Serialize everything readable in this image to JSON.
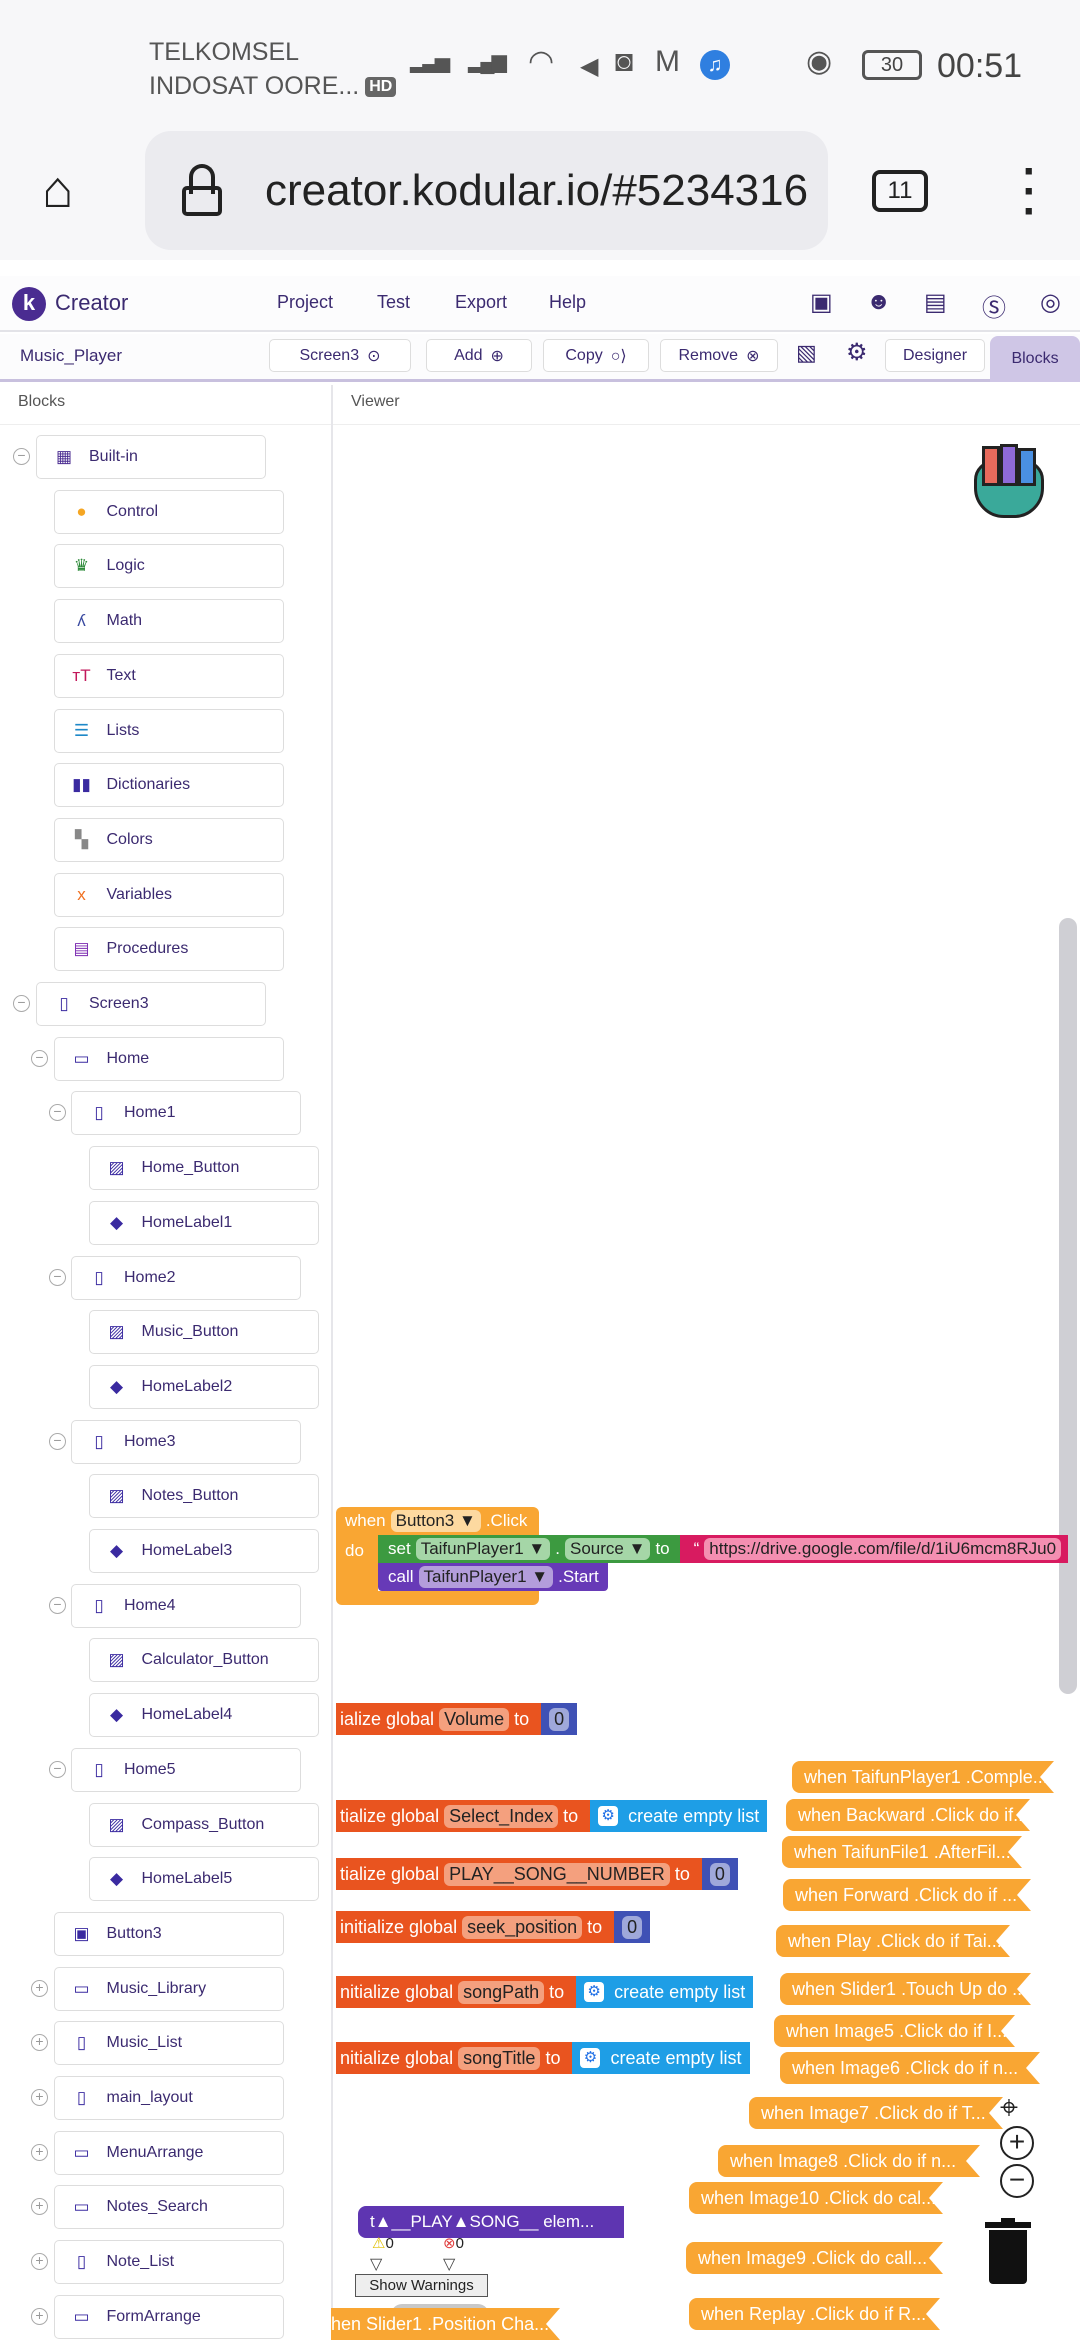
{
  "status": {
    "carrier1": "TELKOMSEL",
    "carrier2": "INDOSAT OORE...",
    "hd": "HD",
    "battery": "30",
    "time": "00:51"
  },
  "browser": {
    "url": "creator.kodular.io/#5234316",
    "tab_count": "11"
  },
  "header": {
    "brand": "Creator",
    "menu": [
      "Project",
      "Test",
      "Export",
      "Help"
    ]
  },
  "toolbar": {
    "project": "Music_Player",
    "screen": "Screen3",
    "add": "Add",
    "copy": "Copy",
    "remove": "Remove",
    "designer": "Designer",
    "blocks": "Blocks"
  },
  "panes": {
    "blocks": "Blocks",
    "viewer": "Viewer"
  },
  "tree": [
    {
      "label": "Built-in",
      "icon": "builtin",
      "level": 0,
      "exp": "-"
    },
    {
      "label": "Control",
      "icon": "control",
      "level": 1,
      "exp": ""
    },
    {
      "label": "Logic",
      "icon": "logic",
      "level": 1,
      "exp": ""
    },
    {
      "label": "Math",
      "icon": "math",
      "level": 1,
      "exp": ""
    },
    {
      "label": "Text",
      "icon": "text",
      "level": 1,
      "exp": ""
    },
    {
      "label": "Lists",
      "icon": "lists",
      "level": 1,
      "exp": ""
    },
    {
      "label": "Dictionaries",
      "icon": "dictionaries",
      "level": 1,
      "exp": ""
    },
    {
      "label": "Colors",
      "icon": "colors",
      "level": 1,
      "exp": ""
    },
    {
      "label": "Variables",
      "icon": "variables",
      "level": 1,
      "exp": ""
    },
    {
      "label": "Procedures",
      "icon": "procedures",
      "level": 1,
      "exp": ""
    },
    {
      "label": "Screen3",
      "icon": "screen",
      "level": 0,
      "exp": "-"
    },
    {
      "label": "Home",
      "icon": "harr",
      "level": 1,
      "exp": "-"
    },
    {
      "label": "Home1",
      "icon": "varr",
      "level": 2,
      "exp": "-"
    },
    {
      "label": "Home_Button",
      "icon": "image",
      "level": 3,
      "exp": ""
    },
    {
      "label": "HomeLabel1",
      "icon": "label",
      "level": 3,
      "exp": ""
    },
    {
      "label": "Home2",
      "icon": "varr",
      "level": 2,
      "exp": "-"
    },
    {
      "label": "Music_Button",
      "icon": "image",
      "level": 3,
      "exp": ""
    },
    {
      "label": "HomeLabel2",
      "icon": "label",
      "level": 3,
      "exp": ""
    },
    {
      "label": "Home3",
      "icon": "varr",
      "level": 2,
      "exp": "-"
    },
    {
      "label": "Notes_Button",
      "icon": "image",
      "level": 3,
      "exp": ""
    },
    {
      "label": "HomeLabel3",
      "icon": "label",
      "level": 3,
      "exp": ""
    },
    {
      "label": "Home4",
      "icon": "varr",
      "level": 2,
      "exp": "-"
    },
    {
      "label": "Calculator_Button",
      "icon": "image",
      "level": 3,
      "exp": ""
    },
    {
      "label": "HomeLabel4",
      "icon": "label",
      "level": 3,
      "exp": ""
    },
    {
      "label": "Home5",
      "icon": "varr",
      "level": 2,
      "exp": "-"
    },
    {
      "label": "Compass_Button",
      "icon": "image",
      "level": 3,
      "exp": ""
    },
    {
      "label": "HomeLabel5",
      "icon": "label",
      "level": 3,
      "exp": ""
    },
    {
      "label": "Button3",
      "icon": "button",
      "level": 1,
      "exp": ""
    },
    {
      "label": "Music_Library",
      "icon": "harr",
      "level": 1,
      "exp": "+"
    },
    {
      "label": "Music_List",
      "icon": "varr",
      "level": 1,
      "exp": "+"
    },
    {
      "label": "main_layout",
      "icon": "varr",
      "level": 1,
      "exp": "+"
    },
    {
      "label": "MenuArrange",
      "icon": "harr",
      "level": 1,
      "exp": "+"
    },
    {
      "label": "Notes_Search",
      "icon": "harr",
      "level": 1,
      "exp": "+"
    },
    {
      "label": "Note_List",
      "icon": "varr",
      "level": 1,
      "exp": "+"
    },
    {
      "label": "FormArrange",
      "icon": "harr",
      "level": 1,
      "exp": "+"
    }
  ],
  "event": {
    "when": "when",
    "component": "Button3",
    "event": ".Click",
    "do": "do",
    "set": "set",
    "set_comp": "TaifunPlayer1",
    "dot": ".",
    "prop": "Source",
    "to": "to",
    "url": "https://drive.google.com/file/d/1iU6mcm8RJu0",
    "call": "call",
    "call_comp": "TaifunPlayer1",
    "method": ".Start"
  },
  "globals": [
    {
      "prefix": "ialize global",
      "name": "Volume",
      "to": "to",
      "value": "0",
      "type": "num"
    },
    {
      "prefix": "tialize global",
      "name": "Select_Index",
      "to": "to",
      "value": "create empty list",
      "type": "list"
    },
    {
      "prefix": "tialize global",
      "name": "PLAY__SONG__NUMBER",
      "to": "to",
      "value": "0",
      "type": "num"
    },
    {
      "prefix": "initialize global",
      "name": "seek_position",
      "to": "to",
      "value": "0",
      "type": "num"
    },
    {
      "prefix": "nitialize global",
      "name": "songPath",
      "to": "to",
      "value": "create empty list",
      "type": "list"
    },
    {
      "prefix": "nitialize global",
      "name": "songTitle",
      "to": "to",
      "value": "create empty list",
      "type": "list"
    }
  ],
  "collapsed": [
    "when  TaifunPlayer1 .Comple...",
    "when  Backward .Click do if...",
    "when  TaifunFile1 .AfterFil...",
    "when  Forward .Click do if ...",
    "when  Play .Click do if Tai...",
    "when  Slider1 .Touch Up do ...",
    "when  Image5 .Click do if I...",
    "when  Image6 .Click do if n...",
    "when  Image7 .Click do if T...",
    "when  Image8 .Click do if n...",
    "when  Image10 .Click do cal...",
    "when  Image9 .Click do call...",
    "when  Replay .Click do if R...",
    "hen  Slider1 .Position Cha..."
  ],
  "purple_block": "t▲__PLAY▲SONG__   elem...",
  "warnings": {
    "warn_count": "0",
    "error_count": "0",
    "button": "Show Warnings"
  },
  "colors": {
    "accent": "#4a2c91",
    "event": "#f9a633",
    "init": "#e9541f",
    "list": "#1e9ee6",
    "number": "#3f51b5",
    "set": "#3c9a40",
    "call": "#673ab7",
    "text": "#d81b60"
  }
}
